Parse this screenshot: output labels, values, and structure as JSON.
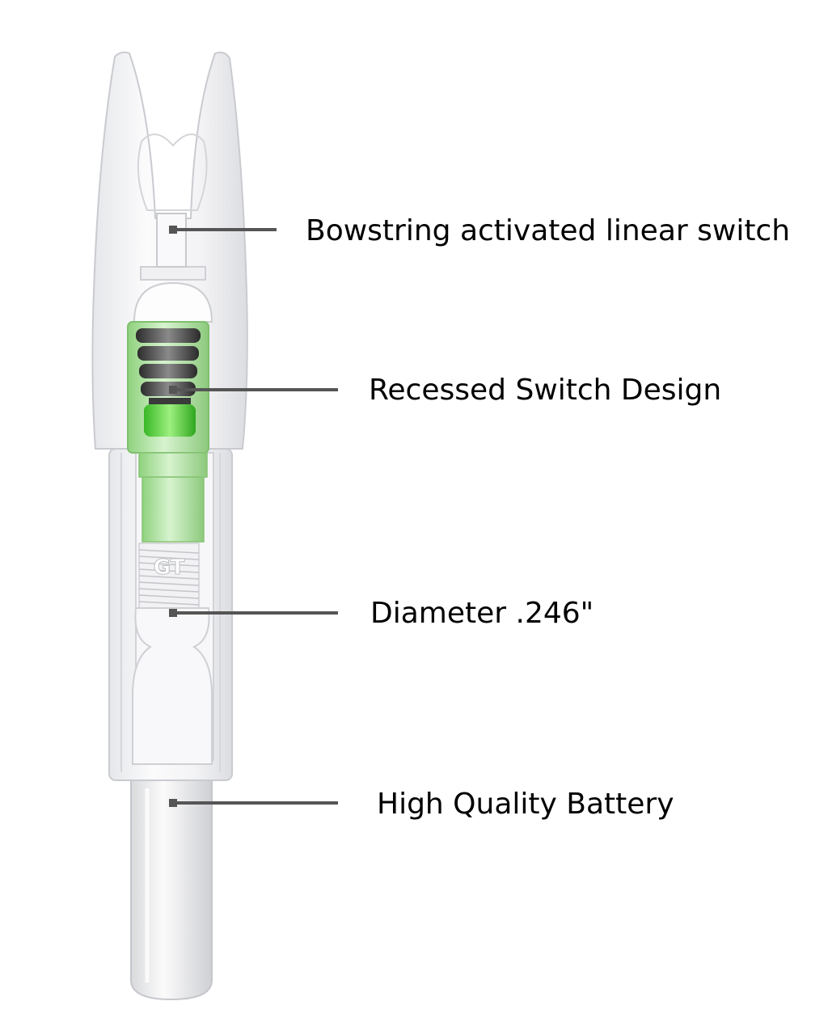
{
  "callouts": [
    {
      "id": "switch",
      "text": "Bowstring activated linear switch"
    },
    {
      "id": "recessed",
      "text": "Recessed Switch Design"
    },
    {
      "id": "diameter",
      "text": "Diameter .246\""
    },
    {
      "id": "battery",
      "text": "High Quality Battery"
    }
  ],
  "part_marking": "GT",
  "colors": {
    "background": "#ffffff",
    "body": "#f4f4f6",
    "outline": "#c9cbd0",
    "accent_green": "#7fdc6a",
    "leader": "#555555"
  }
}
